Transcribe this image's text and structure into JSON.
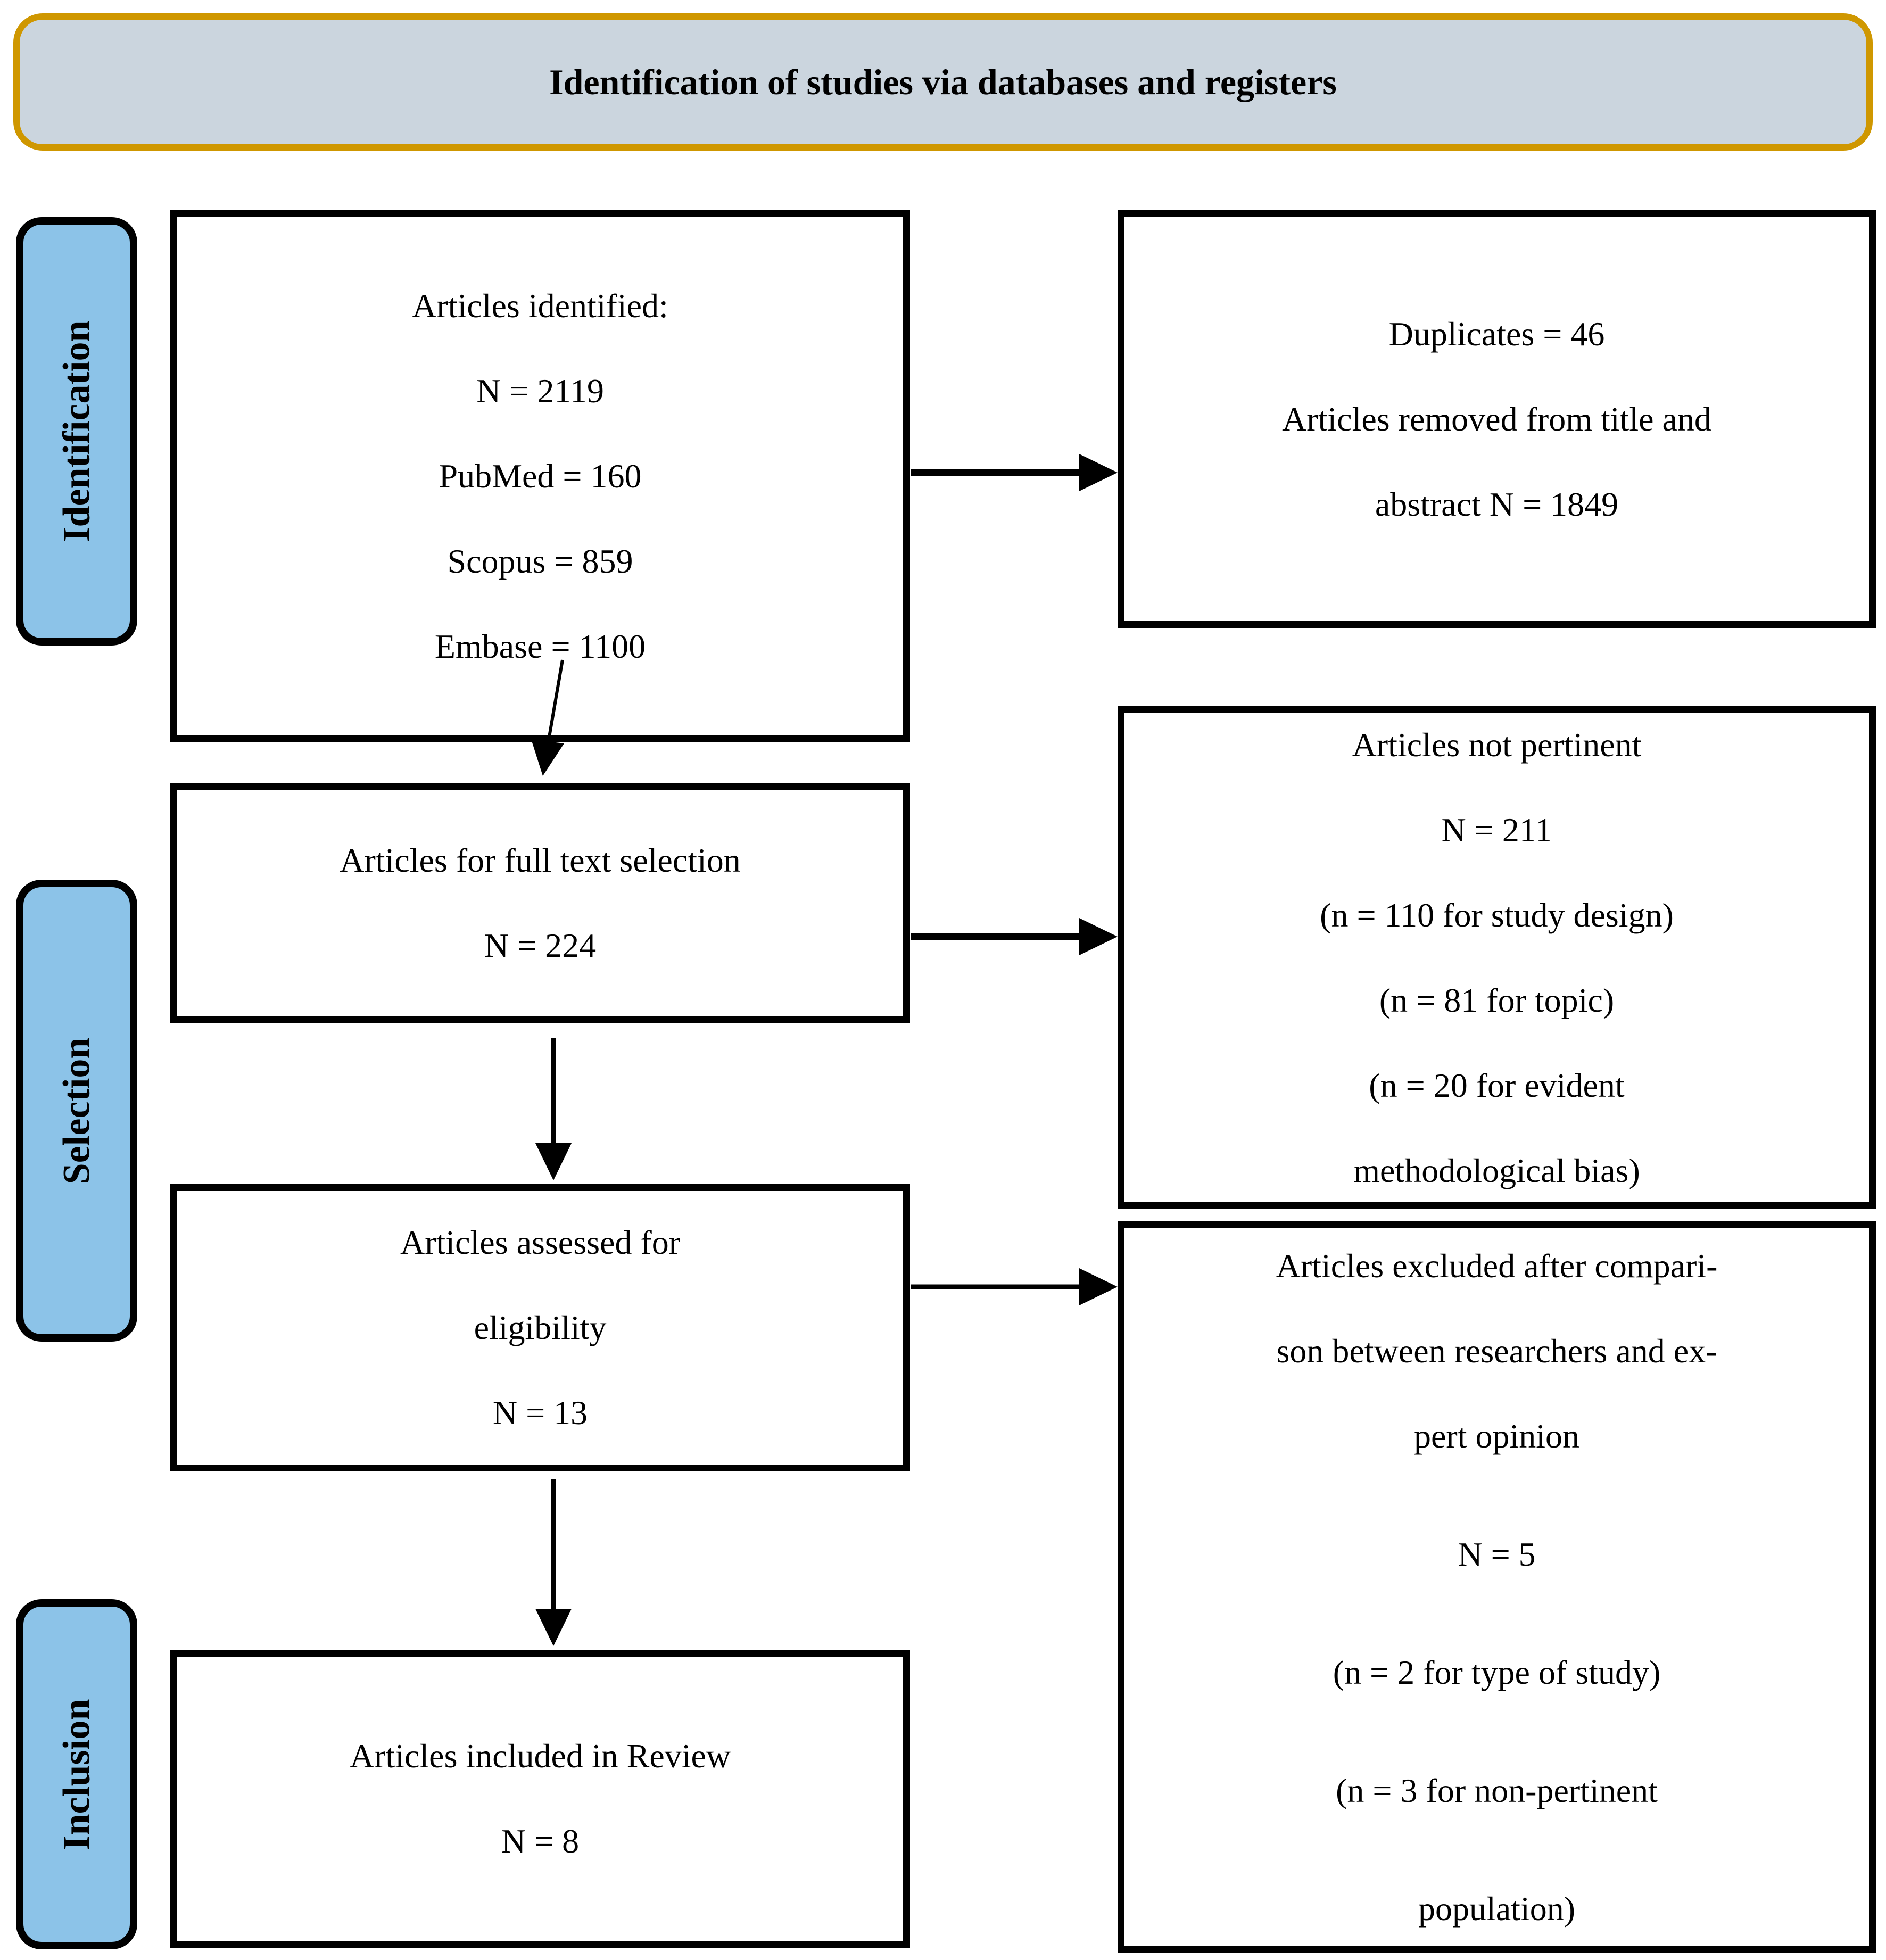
{
  "header": {
    "title": "Identification of studies via databases and registers"
  },
  "colors": {
    "header_bg": "#cbd5de",
    "header_border": "#cf9700",
    "stage_bg": "#8cc3e8",
    "line_color": "#000000"
  },
  "stages": [
    {
      "label": "Identification"
    },
    {
      "label": "Selection"
    },
    {
      "label": "Inclusion"
    }
  ],
  "boxes": {
    "identified": {
      "lines": [
        "Articles identified:",
        "N = 2119",
        "PubMed = 160",
        "Scopus = 859",
        "Embase = 1100"
      ]
    },
    "duplicates": {
      "lines": [
        "Duplicates = 46",
        "Articles removed from title and",
        "abstract N = 1849"
      ]
    },
    "fulltext": {
      "lines": [
        "Articles for full text selection",
        "N = 224"
      ]
    },
    "not_pertinent": {
      "lines": [
        "Articles not pertinent",
        "N = 211",
        "(n = 110 for study design)",
        "(n = 81 for topic)",
        "(n = 20 for evident",
        "methodological bias)"
      ]
    },
    "assessed": {
      "lines": [
        "Articles assessed for",
        "eligibility",
        "N = 13"
      ]
    },
    "excluded": {
      "lines": [
        "Articles excluded after compari-",
        "son between researchers and ex-",
        "pert opinion",
        "N = 5",
        "(n = 2 for type of study)",
        "(n = 3 for non-pertinent",
        "population)"
      ]
    },
    "included": {
      "lines": [
        "Articles included in Review",
        "N = 8"
      ]
    }
  }
}
